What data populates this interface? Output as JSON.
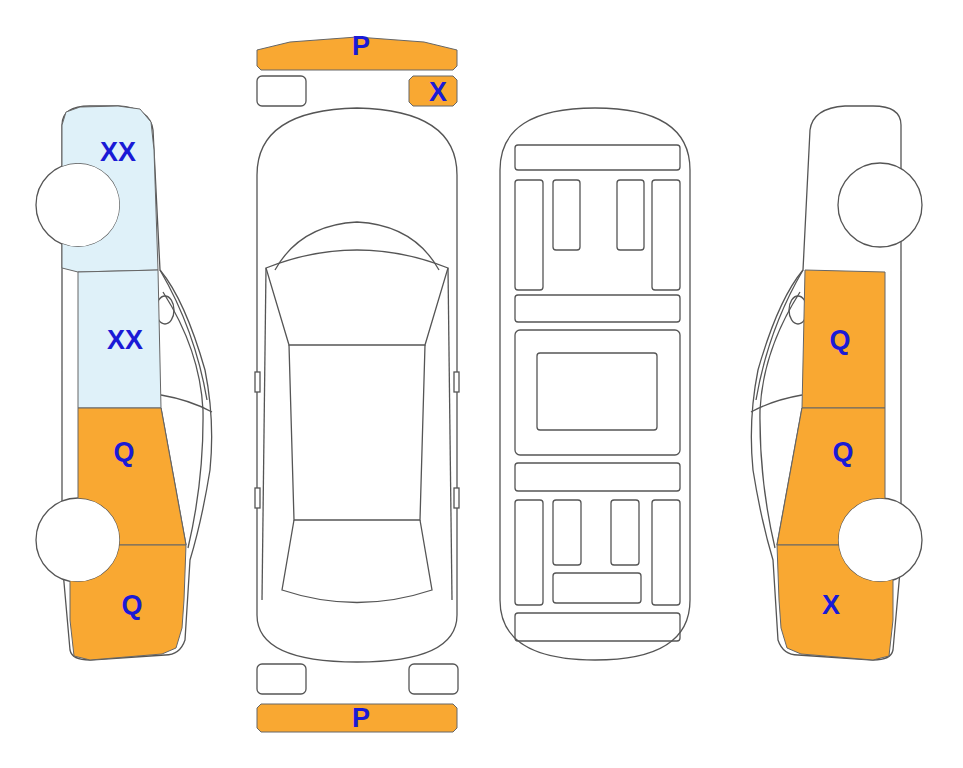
{
  "diagram": {
    "nodes": [
      {
        "text": [
          "P"
        ]
      },
      {
        "text": [
          "X"
        ]
      },
      {
        "text": [
          "XX"
        ]
      },
      {
        "text": [
          "XX"
        ]
      },
      {
        "text": [
          "Q"
        ]
      },
      {
        "text": [
          "Q"
        ]
      },
      {
        "text": [
          "Q"
        ]
      },
      {
        "text": [
          "Q"
        ]
      },
      {
        "text": [
          "X"
        ]
      },
      {
        "text": [
          "P"
        ]
      }
    ]
  }
}
